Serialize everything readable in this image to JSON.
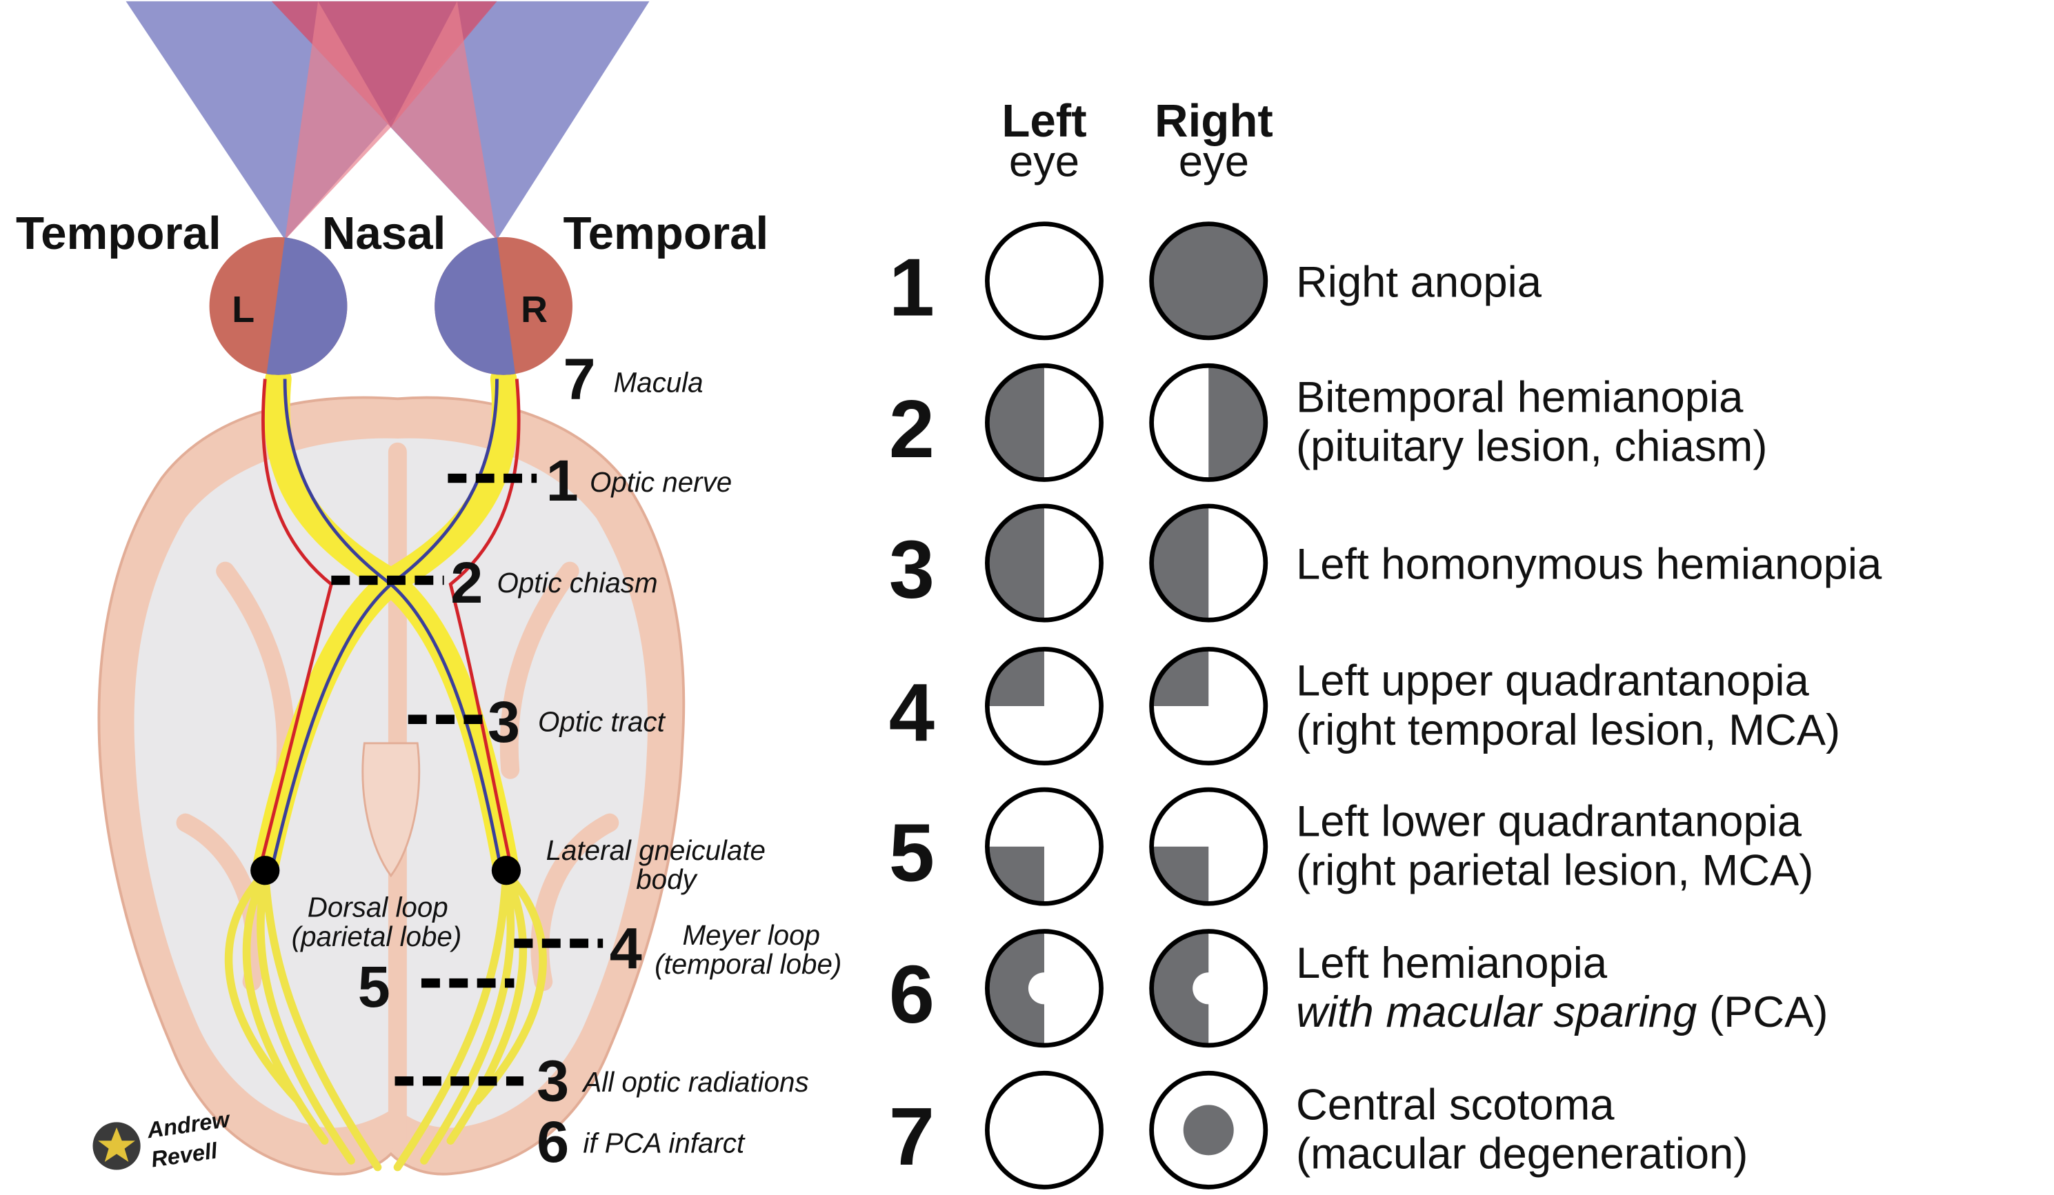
{
  "header": {
    "left_eye_title": "Left",
    "left_eye_sub": "eye",
    "right_eye_title": "Right",
    "right_eye_sub": "eye"
  },
  "field_labels": {
    "temporal_left": "Temporal",
    "nasal": "Nasal",
    "temporal_right": "Temporal"
  },
  "eyes": {
    "left": "L",
    "right": "R"
  },
  "pathway_labels": [
    {
      "num": "7",
      "text": "Macula"
    },
    {
      "num": "1",
      "text": "Optic nerve"
    },
    {
      "num": "2",
      "text": "Optic chiasm"
    },
    {
      "num": "3",
      "text": "Optic tract"
    },
    {
      "num": "",
      "text": "Lateral gneiculate body"
    },
    {
      "num": "",
      "text": "Dorsal loop (parietal lobe)"
    },
    {
      "num": "4",
      "text": "Meyer loop (temporal lobe)"
    },
    {
      "num": "5",
      "text": ""
    },
    {
      "num": "3",
      "text": "All optic radiations"
    },
    {
      "num": "6",
      "text": "if PCA infarct"
    }
  ],
  "lgb_label": {
    "line1": "Lateral gneiculate",
    "line2": "body"
  },
  "dorsal_label": {
    "line1": "Dorsal loop",
    "line2": "(parietal lobe)"
  },
  "meyer_label": {
    "line1": "Meyer loop",
    "line2": "(temporal lobe)"
  },
  "signature": {
    "line1": "Andrew",
    "line2": "Revell"
  },
  "colors": {
    "deficit": "#6d6e71",
    "eye_red": "#c96b5e",
    "eye_blue": "#7274b5",
    "cone_blue": "#7f82c4",
    "cone_red": "#e06b7c",
    "nerve_yellow": "#f7ea3a",
    "brain_pink": "#f1c9b6",
    "brain_white": "#e9e8ea"
  },
  "lesions": [
    {
      "num": "1",
      "left": "none",
      "right": "full",
      "lines": [
        {
          "text": "Right anopia",
          "italic": false
        }
      ]
    },
    {
      "num": "2",
      "left": "left-half",
      "right": "right-half",
      "lines": [
        {
          "text": "Bitemporal hemianopia"
        },
        {
          "text": "(pituitary lesion, chiasm)"
        }
      ]
    },
    {
      "num": "3",
      "left": "left-half",
      "right": "left-half",
      "lines": [
        {
          "text": "Left homonymous hemianopia"
        }
      ]
    },
    {
      "num": "4",
      "left": "upper-left-quadrant",
      "right": "upper-left-quadrant",
      "lines": [
        {
          "text": "Left upper quadrantanopia"
        },
        {
          "text": "(right temporal lesion, MCA)"
        }
      ]
    },
    {
      "num": "5",
      "left": "lower-left-quadrant",
      "right": "lower-left-quadrant",
      "lines": [
        {
          "text": "Left lower quadrantanopia"
        },
        {
          "text": "(right parietal lesion, MCA)"
        }
      ]
    },
    {
      "num": "6",
      "left": "left-half-macular-sparing",
      "right": "left-half-macular-sparing",
      "lines": [
        {
          "text": "Left hemianopia"
        },
        {
          "italic_part": "with macular sparing",
          "rest": " (PCA)"
        }
      ]
    },
    {
      "num": "7",
      "left": "none",
      "right": "central-scotoma",
      "lines": [
        {
          "text": "Central scotoma"
        },
        {
          "text": "(macular degeneration)"
        }
      ]
    }
  ]
}
